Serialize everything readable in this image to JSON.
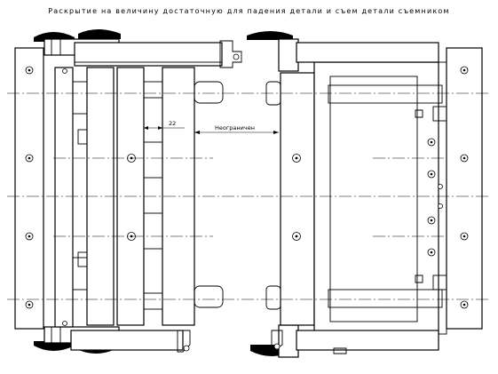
{
  "title": "Раскрытие на величину достаточную для падения детали и съем детали съемником",
  "dimensions": {
    "gap_label": "22",
    "free_label": "Неограничен"
  }
}
